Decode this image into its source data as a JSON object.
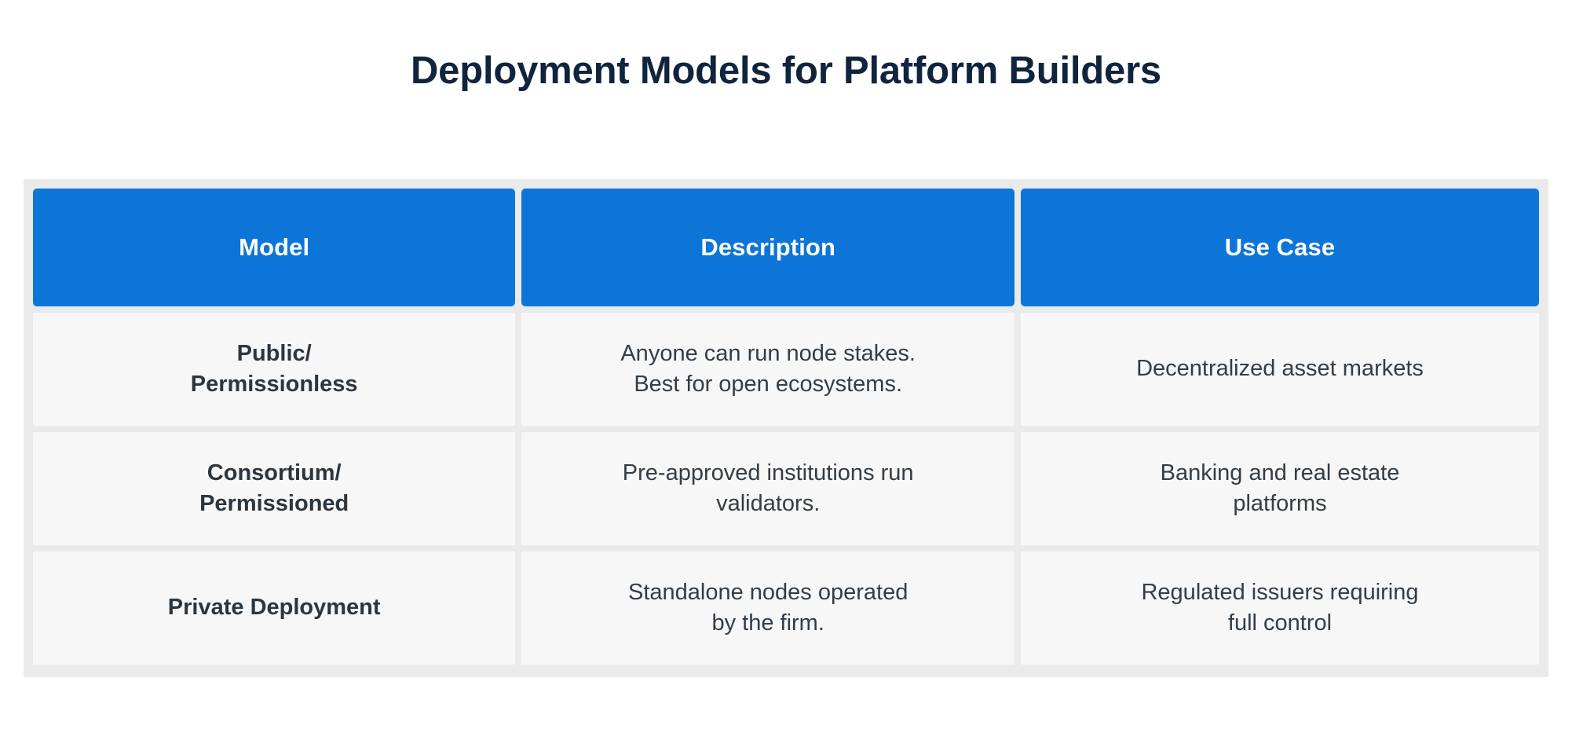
{
  "page": {
    "title": "Deployment Models for Platform Builders",
    "background_color": "#ffffff",
    "title_color": "#10243e"
  },
  "table": {
    "accent_color": "#0d75d8",
    "container_color": "#eaeaea",
    "cell_color": "#f7f7f7",
    "body_text_color": "#333d47",
    "columns": [
      {
        "key": "model",
        "label": "Model"
      },
      {
        "key": "description",
        "label": "Description"
      },
      {
        "key": "use_case",
        "label": "Use Case"
      }
    ],
    "rows": [
      {
        "model": "Public/\nPermissionless",
        "description": "Anyone can run node stakes.\nBest for open ecosystems.",
        "use_case": "Decentralized asset markets"
      },
      {
        "model": "Consortium/\nPermissioned",
        "description": "Pre-approved institutions run\nvalidators.",
        "use_case": "Banking and real estate\nplatforms"
      },
      {
        "model": "Private Deployment",
        "description": "Standalone nodes operated\nby the firm.",
        "use_case": "Regulated issuers requiring\nfull control"
      }
    ]
  }
}
